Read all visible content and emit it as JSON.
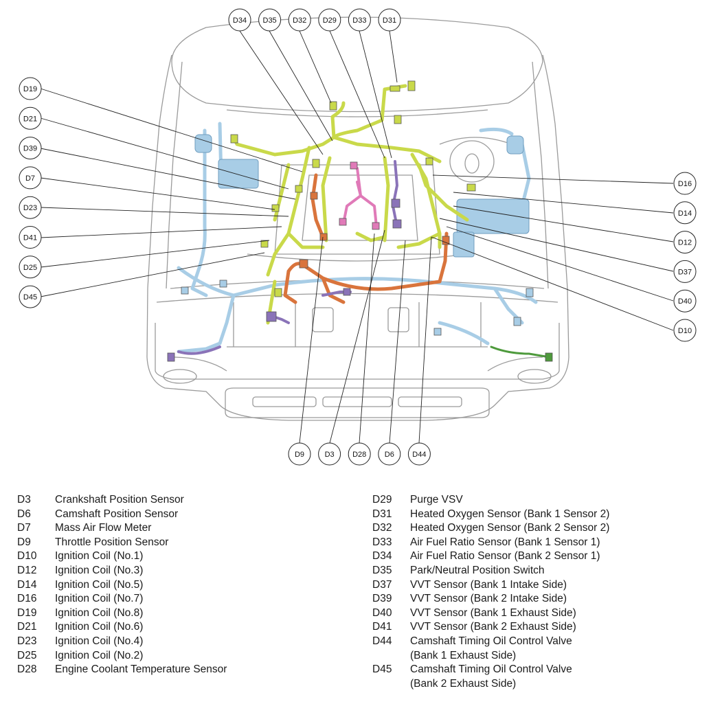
{
  "callouts": {
    "top": [
      "D34",
      "D35",
      "D32",
      "D29",
      "D33",
      "D31"
    ],
    "left": [
      "D19",
      "D21",
      "D39",
      "D7",
      "D23",
      "D41",
      "D25",
      "D45"
    ],
    "right": [
      "D16",
      "D14",
      "D12",
      "D37",
      "D40",
      "D10"
    ],
    "bottom": [
      "D9",
      "D3",
      "D28",
      "D6",
      "D44"
    ]
  },
  "colors": {
    "harness_yellow": "#c9d94a",
    "harness_blue": "#a8cde6",
    "harness_orange": "#d9743c",
    "harness_pink": "#e07ab8",
    "harness_purple": "#8a73b8",
    "harness_green": "#4e9a3c",
    "body_outline": "#9a9a9a"
  },
  "legend": {
    "left": [
      {
        "code": "D3",
        "desc": "Crankshaft Position Sensor"
      },
      {
        "code": "D6",
        "desc": "Camshaft Position Sensor"
      },
      {
        "code": "D7",
        "desc": "Mass Air Flow Meter"
      },
      {
        "code": "D9",
        "desc": "Throttle Position Sensor"
      },
      {
        "code": "D10",
        "desc": "Ignition Coil (No.1)"
      },
      {
        "code": "D12",
        "desc": "Ignition Coil (No.3)"
      },
      {
        "code": "D14",
        "desc": "Ignition Coil (No.5)"
      },
      {
        "code": "D16",
        "desc": "Ignition Coil (No.7)"
      },
      {
        "code": "D19",
        "desc": "Ignition Coil (No.8)"
      },
      {
        "code": "D21",
        "desc": "Ignition Coil (No.6)"
      },
      {
        "code": "D23",
        "desc": "Ignition Coil (No.4)"
      },
      {
        "code": "D25",
        "desc": "Ignition Coil (No.2)"
      },
      {
        "code": "D28",
        "desc": "Engine Coolant Temperature Sensor"
      }
    ],
    "right": [
      {
        "code": "D29",
        "desc": "Purge VSV"
      },
      {
        "code": "D31",
        "desc": "Heated Oxygen Sensor (Bank 1 Sensor 2)"
      },
      {
        "code": "D32",
        "desc": "Heated Oxygen Sensor (Bank 2 Sensor 2)"
      },
      {
        "code": "D33",
        "desc": "Air Fuel Ratio Sensor (Bank 1 Sensor 1)"
      },
      {
        "code": "D34",
        "desc": "Air Fuel Ratio Sensor (Bank 2 Sensor 1)"
      },
      {
        "code": "D35",
        "desc": "Park/Neutral Position Switch"
      },
      {
        "code": "D37",
        "desc": "VVT Sensor (Bank 1 Intake Side)"
      },
      {
        "code": "D39",
        "desc": "VVT Sensor (Bank 2 Intake Side)"
      },
      {
        "code": "D40",
        "desc": "VVT Sensor (Bank 1 Exhaust Side)"
      },
      {
        "code": "D41",
        "desc": "VVT Sensor (Bank 2 Exhaust Side)"
      },
      {
        "code": "D44",
        "desc": "Camshaft Timing Oil Control Valve",
        "desc2": "(Bank 1 Exhaust Side)"
      },
      {
        "code": "D45",
        "desc": "Camshaft Timing Oil Control Valve",
        "desc2": "(Bank 2 Exhaust Side)"
      }
    ]
  }
}
